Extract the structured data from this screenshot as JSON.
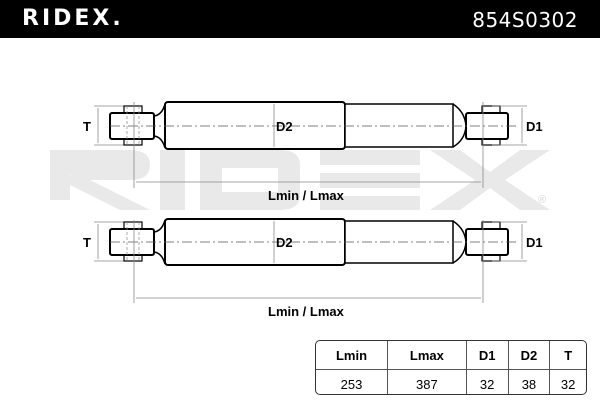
{
  "header": {
    "brand": "RIDEX.",
    "part_number": "854S0302"
  },
  "watermark": {
    "text": "RIDEX",
    "registered": "®",
    "color": "#e8e8e8"
  },
  "diagrams": [
    {
      "labels": {
        "t": "T",
        "d1": "D1",
        "d2": "D2",
        "length": "Lmin / Lmax"
      }
    },
    {
      "labels": {
        "t": "T",
        "d1": "D1",
        "d2": "D2",
        "length": "Lmin / Lmax"
      }
    }
  ],
  "spec_table": {
    "headers": [
      "Lmin",
      "Lmax",
      "D1",
      "D2",
      "T"
    ],
    "values": [
      "253",
      "387",
      "32",
      "38",
      "32"
    ]
  }
}
